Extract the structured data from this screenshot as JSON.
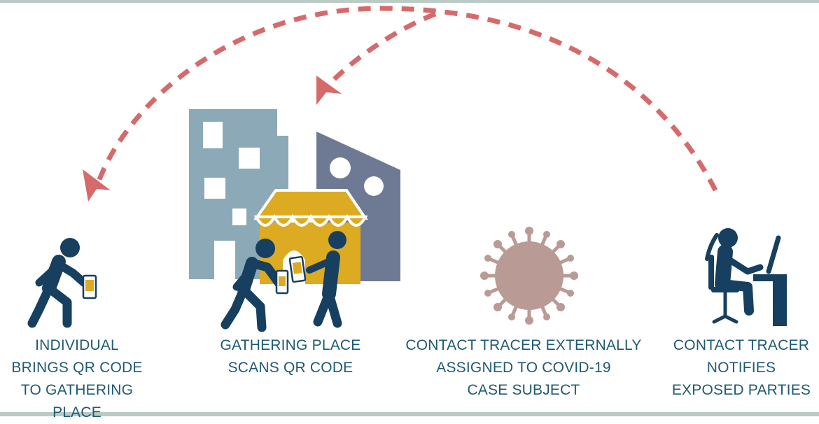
{
  "steps": [
    {
      "lines": [
        "INDIVIDUAL",
        "BRINGS QR CODE",
        "TO GATHERING",
        "PLACE"
      ]
    },
    {
      "lines": [
        "GATHERING PLACE",
        "SCANS QR CODE"
      ]
    },
    {
      "lines": [
        "CONTACT TRACER EXTERNALLY",
        "ASSIGNED TO COVID-19",
        "CASE SUBJECT"
      ]
    },
    {
      "lines": [
        "CONTACT TRACER",
        "NOTIFIES",
        "EXPOSED PARTIES"
      ]
    }
  ],
  "colors": {
    "text": "#1f5a73",
    "figure": "#173f5f",
    "arrow": "#d66a6a",
    "building_left": "#8ca9b8",
    "building_right": "#6e7a93",
    "storefront": "#ddab22",
    "virus": "#b99a94",
    "frame": "#b9cbc4"
  },
  "icons": [
    "walking-person-icon",
    "buildings-icon",
    "storefront-icon",
    "qr-phone-icon",
    "virus-icon",
    "person-at-computer-icon"
  ]
}
